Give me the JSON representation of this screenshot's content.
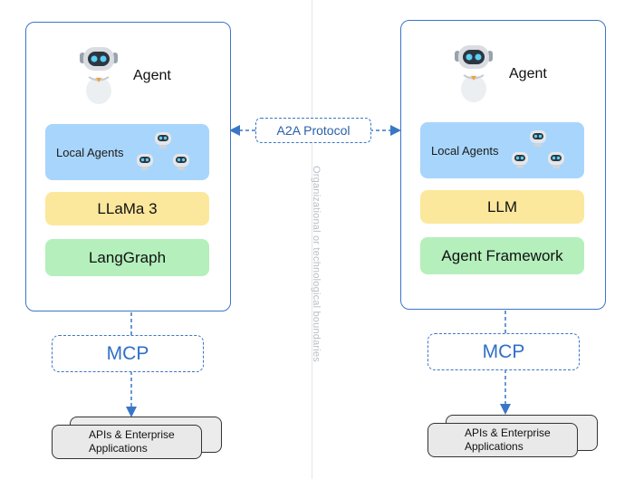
{
  "boundary_label": "Organizational or technological boundaries",
  "protocol_label": "A2A Protocol",
  "left_agent": {
    "title": "Agent",
    "local_agents": "Local Agents",
    "model": "LLaMa 3",
    "framework": "LangGraph",
    "mcp": "MCP",
    "apis_line1": "APIs & Enterprise",
    "apis_line2": "Applications"
  },
  "right_agent": {
    "title": "Agent",
    "local_agents": "Local Agents",
    "model": "LLM",
    "framework": "Agent Framework",
    "mcp": "MCP",
    "apis_line1": "APIs & Enterprise",
    "apis_line2": "Applications"
  },
  "colors": {
    "border": "#3a76c6",
    "local_agents_bg": "#a8d5fb",
    "model_bg": "#fce89c",
    "framework_bg": "#b4efbc",
    "mcp_text": "#2f6fc6"
  },
  "icons": [
    "robot-icon",
    "mini-robot-icon"
  ]
}
